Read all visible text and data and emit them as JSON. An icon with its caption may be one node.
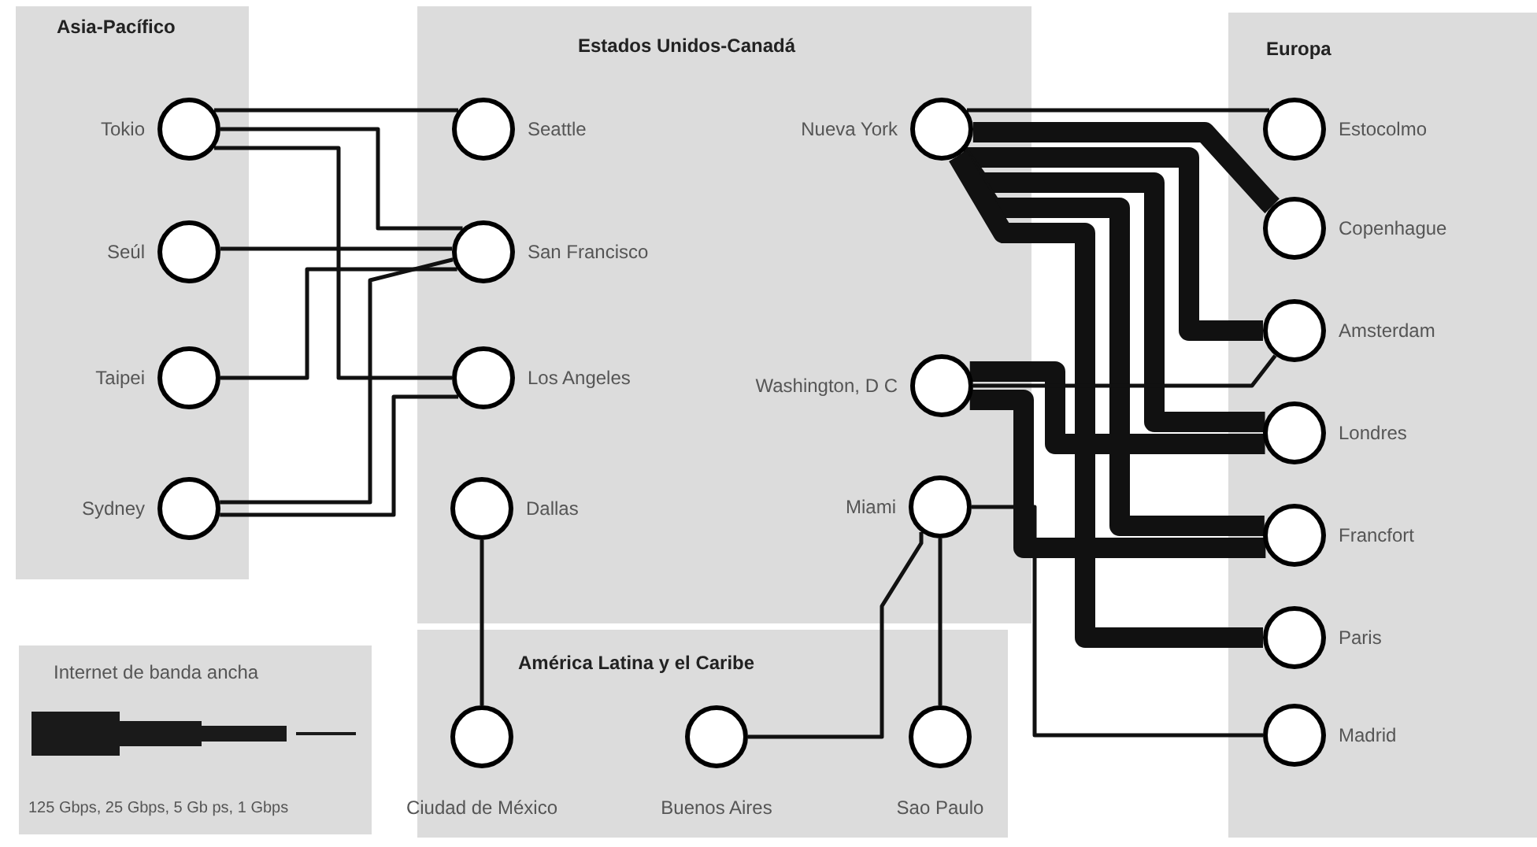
{
  "diagram": {
    "nodes": [
      {
        "text": [
          "Asia-Pacífico"
        ]
      },
      {
        "text": [],
        "shape": "circle",
        "in": 0,
        "beside": [
          "Tokio"
        ]
      },
      {
        "text": [],
        "shape": "circle",
        "in": 0,
        "beside": [
          "Seúl"
        ]
      },
      {
        "text": [],
        "shape": "circle",
        "in": 0,
        "beside": [
          "Taipei"
        ]
      },
      {
        "text": [],
        "shape": "circle",
        "in": 0,
        "beside": [
          "Sydney"
        ]
      },
      {
        "text": [
          "Estados Unidos-Canadá"
        ]
      },
      {
        "text": [],
        "shape": "circle",
        "in": 5,
        "beside": [
          "Seattle"
        ]
      },
      {
        "text": [],
        "shape": "circle",
        "in": 5,
        "beside": [
          "San Francisco"
        ]
      },
      {
        "text": [],
        "shape": "circle",
        "in": 5,
        "beside": [
          "Los Angeles"
        ]
      },
      {
        "text": [],
        "shape": "circle",
        "in": 5,
        "beside": [
          "Dallas"
        ]
      },
      {
        "text": [],
        "shape": "circle",
        "in": 5,
        "beside": [
          "Nueva York"
        ]
      },
      {
        "text": [],
        "shape": "circle",
        "in": 5,
        "beside": [
          "Washington, D C"
        ]
      },
      {
        "text": [],
        "shape": "circle",
        "in": 5,
        "beside": [
          "Miami"
        ]
      },
      {
        "text": [
          "Europa"
        ]
      },
      {
        "text": [],
        "shape": "circle",
        "in": 13,
        "beside": [
          "Estocolmo"
        ]
      },
      {
        "text": [],
        "shape": "circle",
        "in": 13,
        "beside": [
          "Copenhague"
        ]
      },
      {
        "text": [],
        "shape": "circle",
        "in": 13,
        "beside": [
          "Amsterdam"
        ]
      },
      {
        "text": [],
        "shape": "circle",
        "in": 13,
        "beside": [
          "Londres"
        ]
      },
      {
        "text": [],
        "shape": "circle",
        "in": 13,
        "beside": [
          "Francfort"
        ]
      },
      {
        "text": [],
        "shape": "circle",
        "in": 13,
        "beside": [
          "Paris"
        ]
      },
      {
        "text": [],
        "shape": "circle",
        "in": 13,
        "beside": [
          "Madrid"
        ]
      },
      {
        "text": [
          "América Latina y el Caribe"
        ]
      },
      {
        "text": [],
        "shape": "circle",
        "in": 21,
        "beside": [
          "Ciudad de México"
        ]
      },
      {
        "text": [],
        "shape": "circle",
        "in": 21,
        "beside": [
          "Buenos Aires"
        ]
      },
      {
        "text": [],
        "shape": "circle",
        "in": 21,
        "beside": [
          "Sao Paulo"
        ]
      }
    ],
    "edges": [
      {
        "from": 1,
        "to": 6,
        "arrow": "none"
      },
      {
        "from": 1,
        "to": 7,
        "arrow": "none"
      },
      {
        "from": 1,
        "to": 8,
        "arrow": "none"
      },
      {
        "from": 2,
        "to": 7,
        "arrow": "none"
      },
      {
        "from": 3,
        "to": 7,
        "arrow": "none"
      },
      {
        "from": 4,
        "to": 7,
        "arrow": "none"
      },
      {
        "from": 4,
        "to": 8,
        "arrow": "none"
      },
      {
        "from": 9,
        "to": 22,
        "arrow": "none"
      },
      {
        "from": 12,
        "to": 24,
        "arrow": "none"
      },
      {
        "from": 23,
        "to": 12,
        "arrow": "none"
      },
      {
        "from": 12,
        "to": 20,
        "arrow": "none"
      },
      {
        "from": 10,
        "to": 14,
        "arrow": "none"
      },
      {
        "from": 10,
        "to": 15,
        "arrow": "none",
        "style": "thick"
      },
      {
        "from": 10,
        "to": 16,
        "arrow": "none",
        "style": "thick"
      },
      {
        "from": 10,
        "to": 17,
        "arrow": "none",
        "style": "thick"
      },
      {
        "from": 10,
        "to": 18,
        "arrow": "none",
        "style": "thick"
      },
      {
        "from": 10,
        "to": 19,
        "arrow": "none",
        "style": "thick"
      },
      {
        "from": 11,
        "to": 17,
        "arrow": "none",
        "style": "thick"
      },
      {
        "from": 11,
        "to": 18,
        "arrow": "none",
        "style": "thick"
      },
      {
        "from": 11,
        "to": 16,
        "arrow": "none"
      }
    ],
    "labels": [
      "Internet de banda ancha",
      "125 Gbps, 25 Gbps, 5 Gb ps, 1 Gbps"
    ]
  }
}
